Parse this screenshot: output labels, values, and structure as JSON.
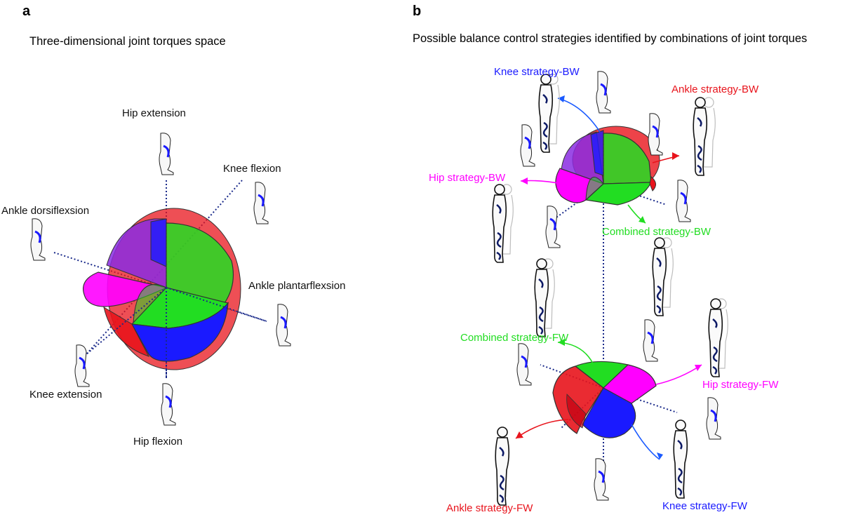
{
  "panel_a": {
    "letter": "a",
    "title": "Three-dimensional joint torques space",
    "labels": {
      "hip_extension": "Hip extension",
      "knee_flexion": "Knee flexion",
      "ankle_dorsiflexion": "Ankle dorsiflexsion",
      "ankle_plantarflexion": "Ankle plantarflexsion",
      "knee_extension": "Knee extension",
      "hip_flexion": "Hip flexion"
    }
  },
  "panel_b": {
    "letter": "b",
    "title": "Possible balance control strategies identified by combinations of joint torques",
    "strategies": {
      "knee_bw": "Knee strategy-BW",
      "ankle_bw": "Ankle strategy-BW",
      "hip_bw": "Hip strategy-BW",
      "combined_bw": "Combined strategy-BW",
      "combined_fw": "Combined strategy-FW",
      "hip_fw": "Hip strategy-FW",
      "ankle_fw": "Ankle strategy-FW",
      "knee_fw": "Knee strategy-FW"
    }
  },
  "colors": {
    "ankle": "#e8141c",
    "knee": "#1a1aff",
    "hip": "#ff00ff",
    "combined": "#22dd22",
    "axis": "#1a2a8a",
    "purple": "#8a2be2"
  }
}
